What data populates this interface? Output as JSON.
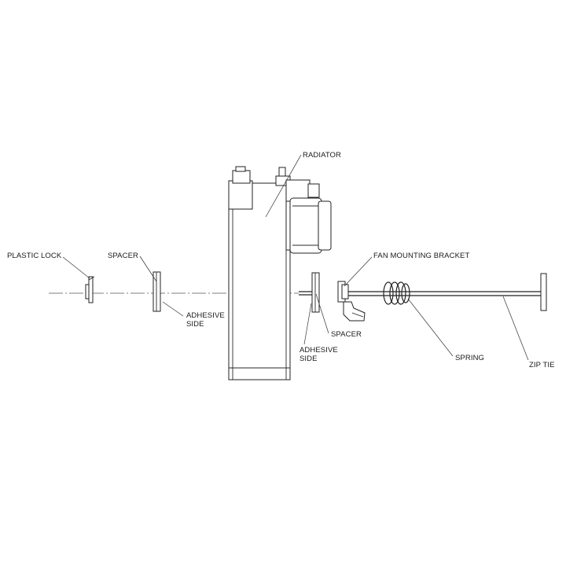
{
  "labels": {
    "radiator": "RADIATOR",
    "plastic_lock": "PLASTIC LOCK",
    "spacer_left": "SPACER",
    "adhesive_left_1": "ADHESIVE",
    "adhesive_left_2": "SIDE",
    "adhesive_right_1": "ADHESIVE",
    "adhesive_right_2": "SIDE",
    "spacer_right": "SPACER",
    "fan_bracket": "FAN MOUNTING BRACKET",
    "spring": "SPRING",
    "zip_tie": "ZIP TIE"
  }
}
